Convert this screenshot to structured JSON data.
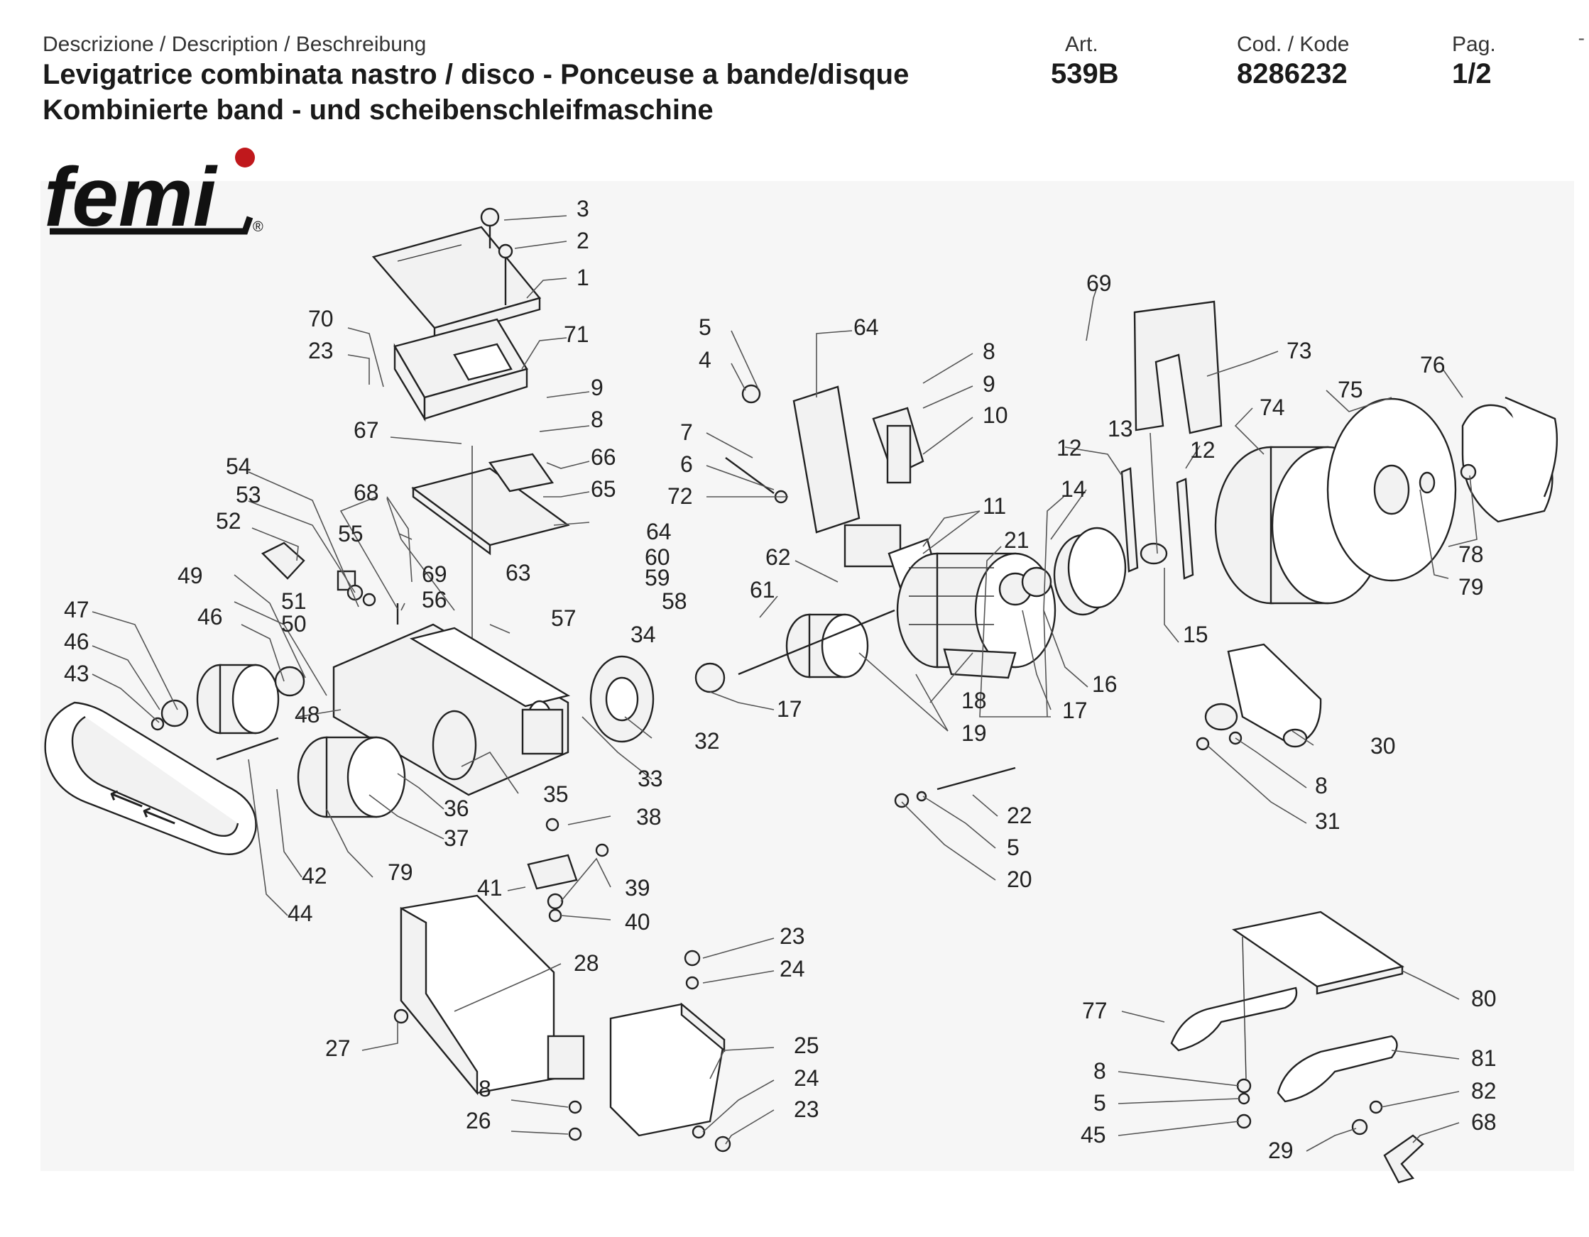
{
  "header": {
    "description_label": "Descrizione / Description / Beschreibung",
    "title_line1": "Levigatrice combinata nastro / disco - Ponceuse a bande/disque",
    "title_line2": "Kombinierte band - und scheibenschleifmaschine",
    "art_label": "Art.",
    "art_value": "539B",
    "code_label": "Cod. / Kode",
    "code_value": "8286232",
    "page_label": "Pag.",
    "page_value": "1/2",
    "corner_mark": "-"
  },
  "logo": {
    "text": "femi",
    "dot_color": "#c0181c",
    "registered": "®"
  },
  "colors": {
    "line": "#222222",
    "background": "#f6f6f6"
  },
  "callouts": {
    "c3": "3",
    "c2": "2",
    "c1": "1",
    "c70": "70",
    "c23a": "23",
    "c71": "71",
    "c67": "67",
    "c9a": "9",
    "c8a": "8",
    "c66": "66",
    "c65": "65",
    "c54": "54",
    "c53": "53",
    "c52": "52",
    "c68a": "68",
    "c64a": "64",
    "c55": "55",
    "c69a": "69",
    "c56": "56",
    "c49": "49",
    "c51": "51",
    "c50": "50",
    "c60": "60",
    "c59": "59",
    "c58": "58",
    "c63": "63",
    "c57": "57",
    "c34": "34",
    "c47": "47",
    "c46a": "46",
    "c46b": "46",
    "c43": "43",
    "c48": "48",
    "c32": "32",
    "c33": "33",
    "c35": "35",
    "c36": "36",
    "c37": "37",
    "c79a": "79",
    "c42": "42",
    "c44": "44",
    "c38": "38",
    "c41": "41",
    "c39": "39",
    "c40": "40",
    "c28": "28",
    "c27": "27",
    "c8b": "8",
    "c26": "26",
    "c23b": "23",
    "c24a": "24",
    "c25": "25",
    "c24b": "24",
    "c23c": "23",
    "c5a": "5",
    "c4": "4",
    "c64b": "64",
    "c8c": "8",
    "c9b": "9",
    "c10": "10",
    "c7": "7",
    "c6": "6",
    "c72": "72",
    "c11": "11",
    "c62": "62",
    "c61": "61",
    "c17a": "17",
    "c19": "19",
    "c18": "18",
    "c21": "21",
    "c17b": "17",
    "c16": "16",
    "c14": "14",
    "c12a": "12",
    "c13": "13",
    "c12b": "12",
    "c15": "15",
    "c69b": "69",
    "c73": "73",
    "c74": "74",
    "c75": "75",
    "c76": "76",
    "c78": "78",
    "c79b": "79",
    "c22": "22",
    "c5b": "5",
    "c20": "20",
    "c30": "30",
    "c8d": "8",
    "c31": "31",
    "c80": "80",
    "c77": "77",
    "c8e": "8",
    "c5c": "5",
    "c45": "45",
    "c81": "81",
    "c82": "82",
    "c68b": "68",
    "c29": "29"
  }
}
